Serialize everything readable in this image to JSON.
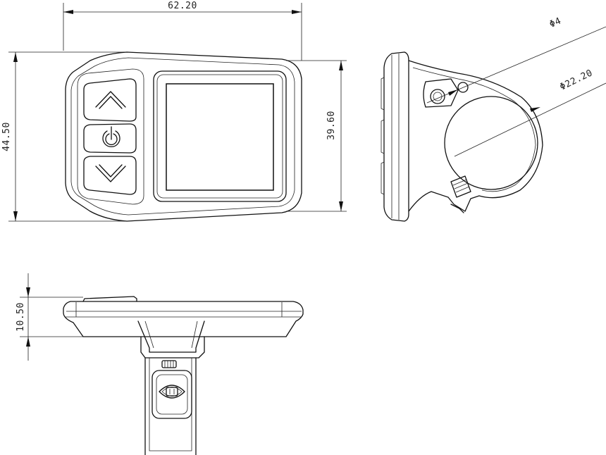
{
  "dimensions": {
    "width": "62.20",
    "height_total": "44.50",
    "height_body": "39.60",
    "thickness": "10.50",
    "hole_diameter": "Φ4",
    "clamp_diameter": "Φ22.20"
  },
  "buttons": [
    {
      "name": "up",
      "icon": "chevron-up-icon"
    },
    {
      "name": "power",
      "icon": "power-icon"
    },
    {
      "name": "down",
      "icon": "chevron-down-icon"
    }
  ]
}
